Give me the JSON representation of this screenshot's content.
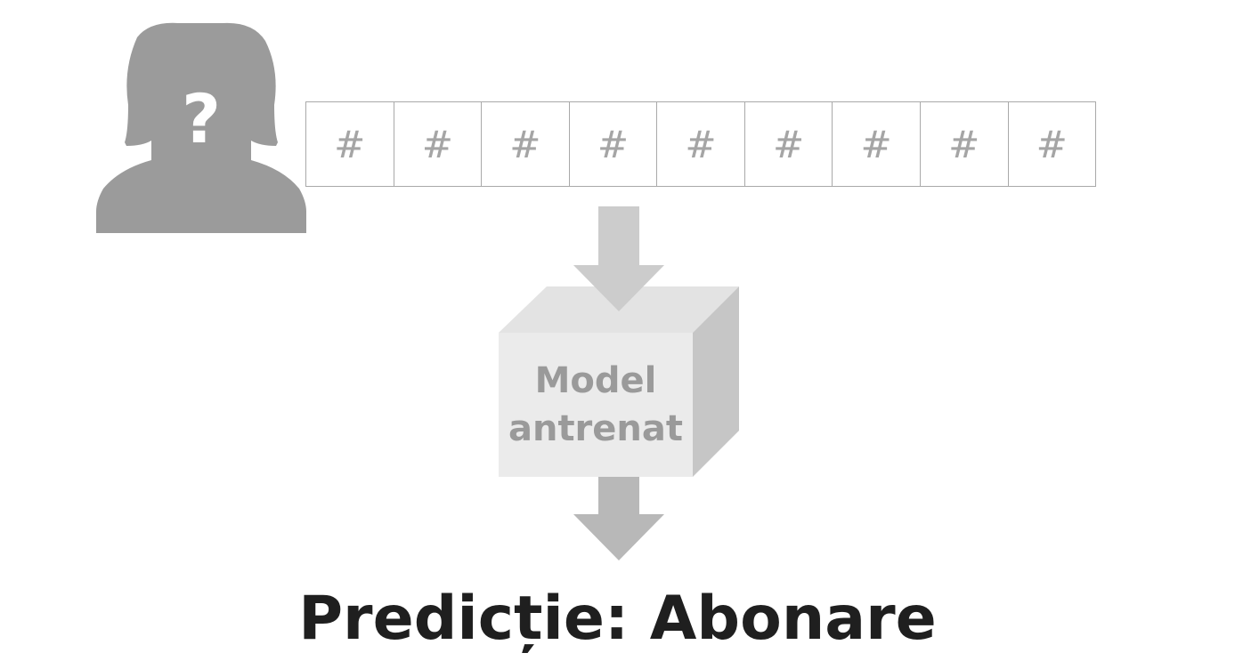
{
  "person": {
    "icon": "unknown-person-icon",
    "symbol": "?"
  },
  "features": {
    "cells": [
      "#",
      "#",
      "#",
      "#",
      "#",
      "#",
      "#",
      "#",
      "#"
    ]
  },
  "model": {
    "line1": "Model",
    "line2": "antrenat"
  },
  "prediction": {
    "text": "Predicție: Abonare"
  },
  "colors": {
    "silhouette": "#9b9b9b",
    "arrow": "#cccccc",
    "box_front": "#ebebeb",
    "box_top": "#e3e3e3",
    "box_side": "#c6c6c6",
    "cell_border": "#a9a9a9",
    "prediction_text": "#1f1f1f"
  }
}
